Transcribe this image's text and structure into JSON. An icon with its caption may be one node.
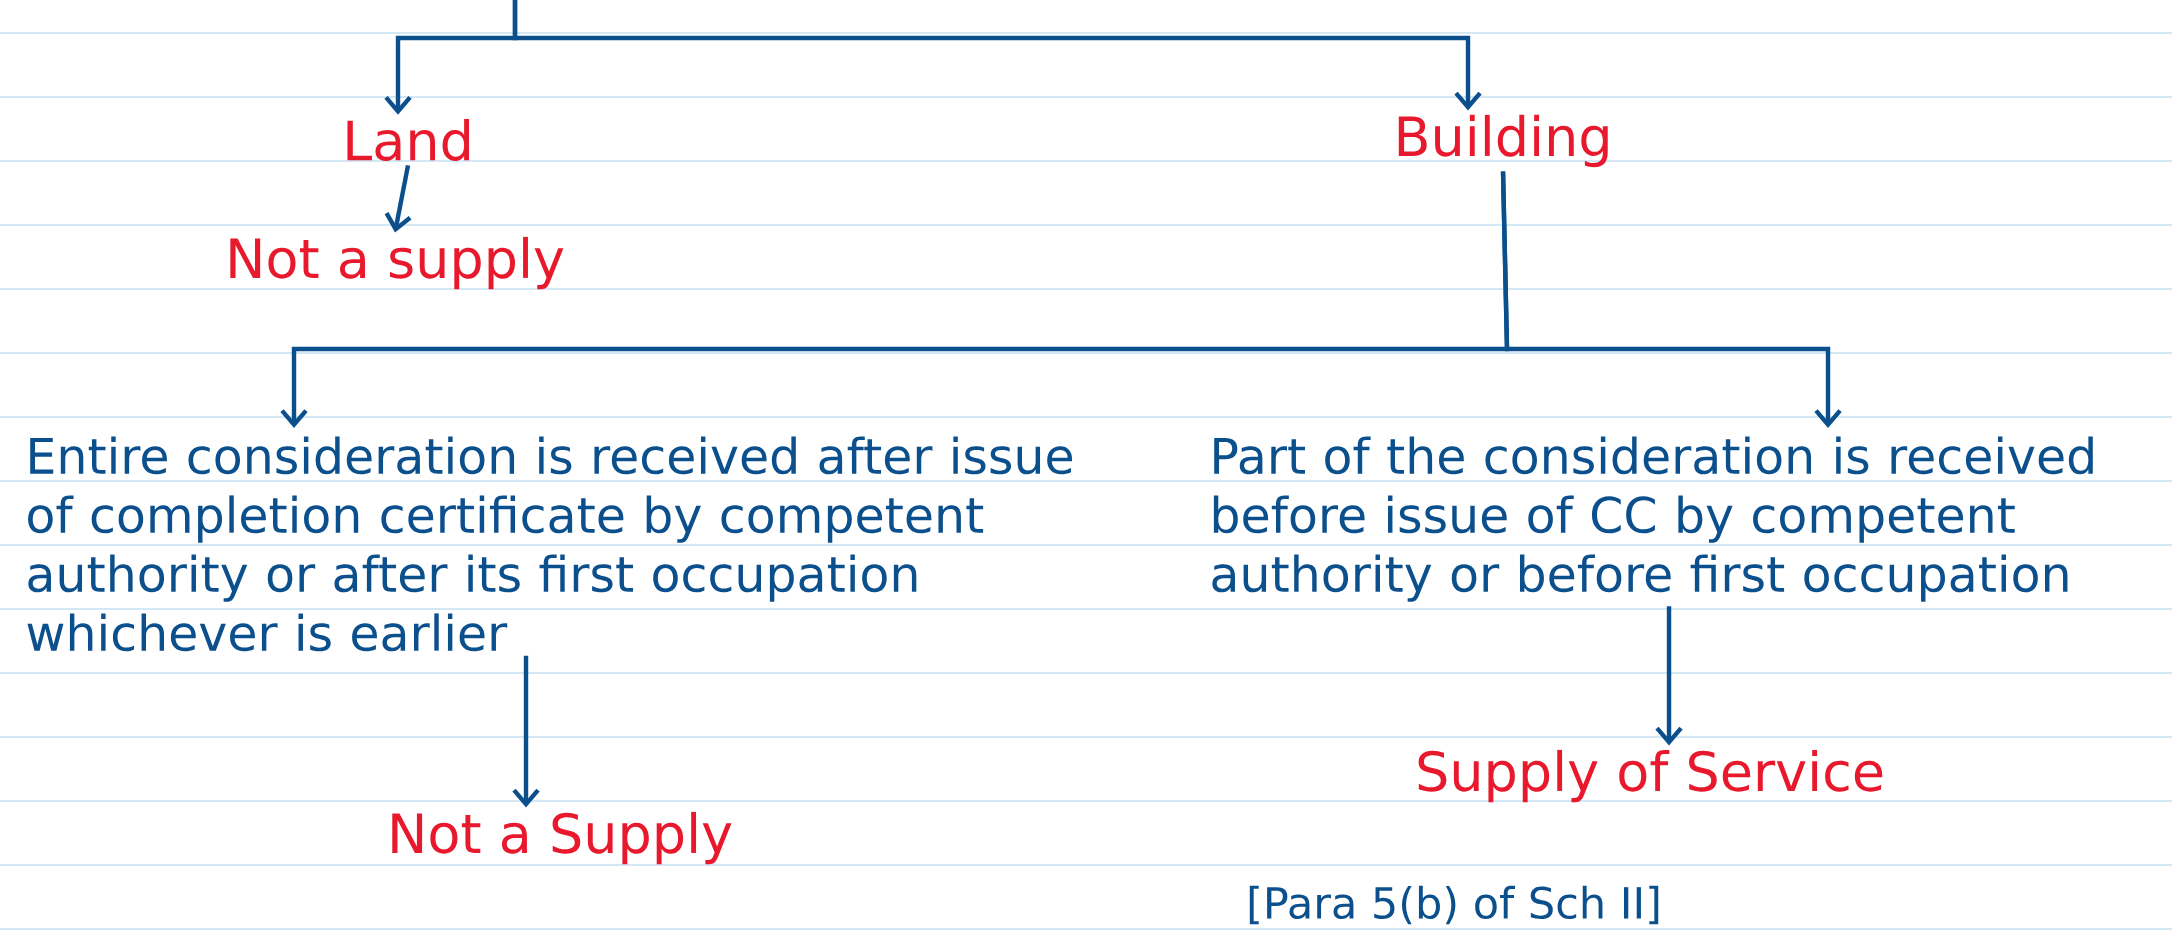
{
  "diagram": {
    "nodes": [
      {
        "text": [
          "Land"
        ]
      },
      {
        "text": [
          "Not a supply"
        ]
      },
      {
        "text": [
          "Building"
        ]
      },
      {
        "text": [
          "Entire consideration is received after issue of completion certificate by competent authority or after its first occupation whichever is earlier"
        ]
      },
      {
        "text": [
          "Part of the consideration is received before issue of CC by competent authority or before first occupation"
        ]
      },
      {
        "text": [
          "Not a Supply"
        ]
      },
      {
        "text": [
          "Supply of Service"
        ]
      }
    ],
    "edges": [
      {
        "from": null,
        "to": 0,
        "arrow": "to"
      },
      {
        "from": null,
        "to": 2,
        "arrow": "to"
      },
      {
        "from": 0,
        "to": 1,
        "arrow": "to"
      },
      {
        "from": 2,
        "to": 3,
        "arrow": "to"
      },
      {
        "from": 2,
        "to": 4,
        "arrow": "to"
      },
      {
        "from": 3,
        "to": 5,
        "arrow": "to"
      },
      {
        "from": 4,
        "to": 6,
        "arrow": "to"
      }
    ],
    "labels": [
      "[Para 5(b) of Sch II]"
    ]
  }
}
